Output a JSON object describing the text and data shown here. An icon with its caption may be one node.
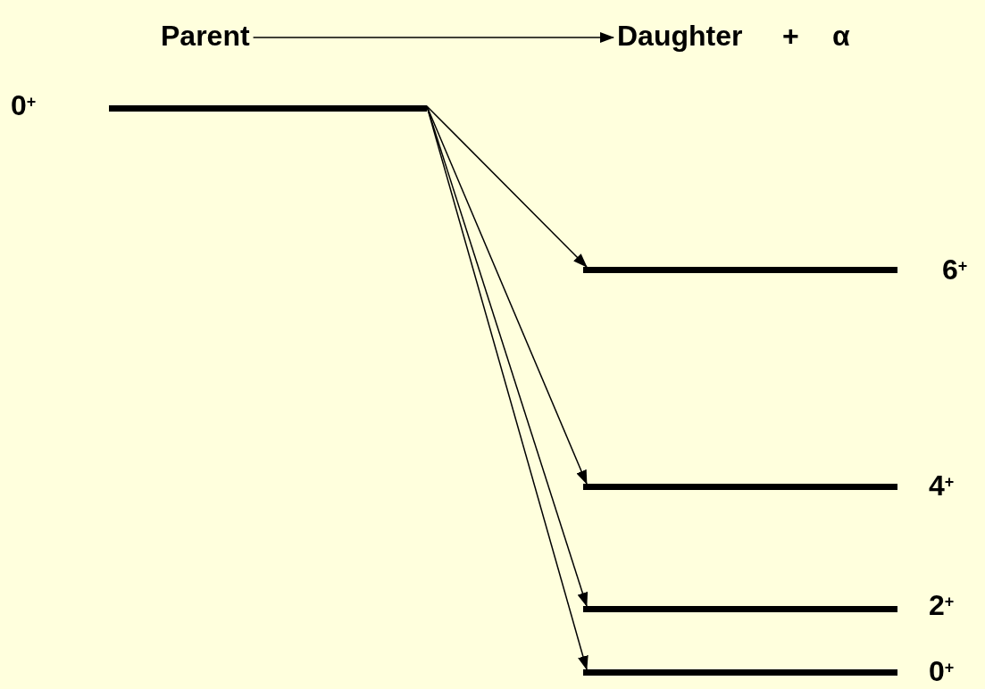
{
  "diagram": {
    "nodes": [
      {
        "text": [
          "Parent"
        ]
      },
      {
        "text": [
          "Daughter"
        ]
      },
      {
        "text": [
          "α"
        ]
      },
      {
        "text": [],
        "shape": "bar",
        "beside": [
          "0$^{+}$"
        ]
      },
      {
        "text": [],
        "shape": "bar",
        "beside": [
          "6$^{+}$"
        ]
      },
      {
        "text": [],
        "shape": "bar",
        "beside": [
          "4$^{+}$"
        ]
      },
      {
        "text": [],
        "shape": "bar",
        "beside": [
          "2$^{+}$"
        ]
      },
      {
        "text": [],
        "shape": "bar",
        "beside": [
          "0$^{+}$"
        ]
      }
    ],
    "edges": [
      {
        "from": 0,
        "to": 1,
        "arrow": "to"
      },
      {
        "from": 3,
        "to": 4,
        "arrow": "to"
      },
      {
        "from": 3,
        "to": 5,
        "arrow": "to"
      },
      {
        "from": 3,
        "to": 6,
        "arrow": "to"
      },
      {
        "from": 3,
        "to": 7,
        "arrow": "to"
      }
    ],
    "labels": [
      "+"
    ]
  }
}
